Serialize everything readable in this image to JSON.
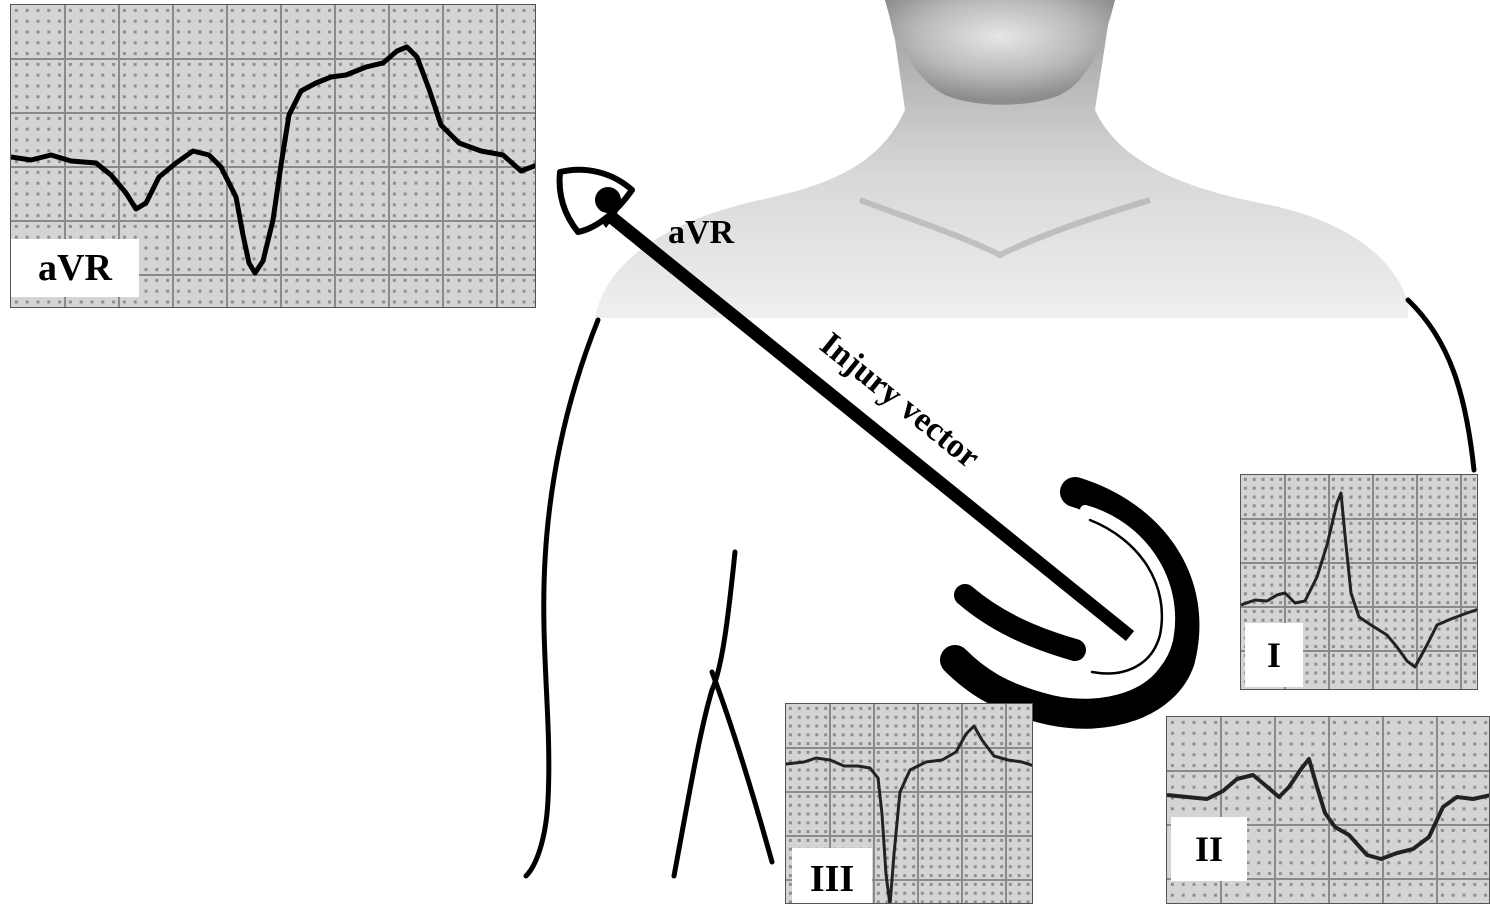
{
  "figure": {
    "vector_label": "Injury vector",
    "eye_label": "aVR"
  },
  "leads": [
    {
      "id": "avr",
      "label": "aVR"
    },
    {
      "id": "i",
      "label": "I"
    },
    {
      "id": "ii",
      "label": "II"
    },
    {
      "id": "iii",
      "label": "III"
    }
  ],
  "colors": {
    "trace": "#000000",
    "grid_bg": "#d4d4d4",
    "grid_line": "#8a8a8a",
    "grid_dot": "#8f8f8f",
    "label_bg": "#ffffff",
    "torso_shade": "#c2c2c2",
    "lines": "#000000"
  },
  "icons": [
    "eye-icon",
    "heart-icon",
    "arrow-icon",
    "torso-figure"
  ]
}
